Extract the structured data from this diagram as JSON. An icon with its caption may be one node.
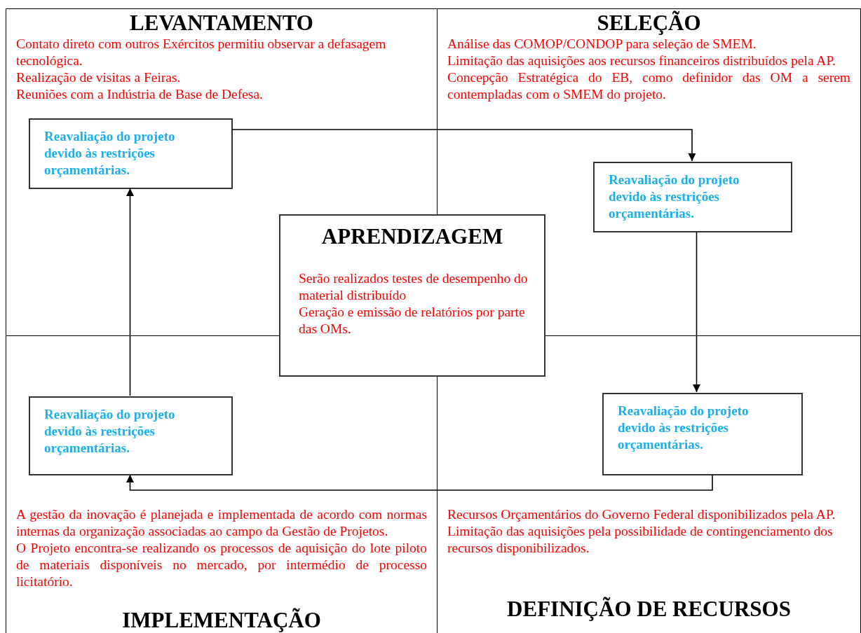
{
  "diagram": {
    "nodes": [
      {
        "text": [
          "LEVANTAMENTO",
          "Contato direto com outros Exércitos permitiu observar a defasagem tecnológica.",
          "Realização de visitas a Feiras.",
          "Reuniões com a Indústria de Base de Defesa."
        ]
      },
      {
        "text": [
          "Reavaliação do projeto devido às restrições orçamentárias."
        ],
        "in": 0
      },
      {
        "text": [
          "SELEÇÃO",
          "Análise das COMOP/CONDOP para seleção de SMEM.",
          "Limitação das aquisições aos recursos financeiros distribuídos pela AP.",
          "Concepção Estratégica do EB, como definidor das OM a serem contempladas com o SMEM do projeto."
        ]
      },
      {
        "text": [
          "Reavaliação do projeto devido às restrições orçamentárias."
        ],
        "in": 2
      },
      {
        "text": [
          "APRENDIZAGEM",
          "Serão realizados testes de desempenho do material distribuído",
          "Geração e emissão de relatórios por parte das OMs."
        ]
      },
      {
        "text": [
          "A gestão da inovação é planejada e implementada de acordo com normas internas da organização associadas ao campo da Gestão de Projetos.",
          "O Projeto encontra-se realizando os processos de aquisição do lote piloto de materiais disponíveis no mercado, por intermédio de processo licitatório.",
          "IMPLEMENTAÇÃO"
        ]
      },
      {
        "text": [
          "Reavaliação do projeto devido às restrições orçamentárias."
        ],
        "in": 5
      },
      {
        "text": [
          "Recursos Orçamentários do Governo Federal disponibilizados pela AP.",
          "Limitação das aquisições pela possibilidade de contingenciamento dos recursos disponibilizados.",
          "DEFINIÇÃO DE RECURSOS"
        ]
      },
      {
        "text": [
          "Reavaliação do projeto devido às restrições orçamentárias."
        ],
        "in": 7
      }
    ],
    "edges": [
      {
        "from": 1,
        "to": 3,
        "arrow": "to"
      },
      {
        "from": 3,
        "to": 8,
        "arrow": "to"
      },
      {
        "from": 8,
        "to": 6,
        "arrow": "to"
      },
      {
        "from": 6,
        "to": 1,
        "arrow": "to"
      }
    ]
  }
}
